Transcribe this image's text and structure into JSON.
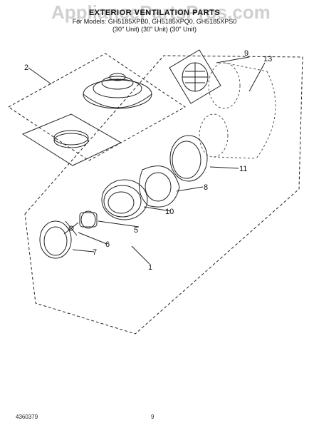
{
  "header": {
    "title": "EXTERIOR VENTILATION PARTS",
    "models_line": "For Models: GH5185XPB0, GH5185XPQ0, GH5185XPS0",
    "units_line": "(30\" Unit)   (30\" Unit)   (30\" Unit)"
  },
  "watermark": "AppliancePartsPros.com",
  "callouts": [
    "1",
    "2",
    "5",
    "6",
    "7",
    "8",
    "9",
    "10",
    "11",
    "13"
  ],
  "footer": {
    "left": "4360379",
    "center": "9"
  }
}
